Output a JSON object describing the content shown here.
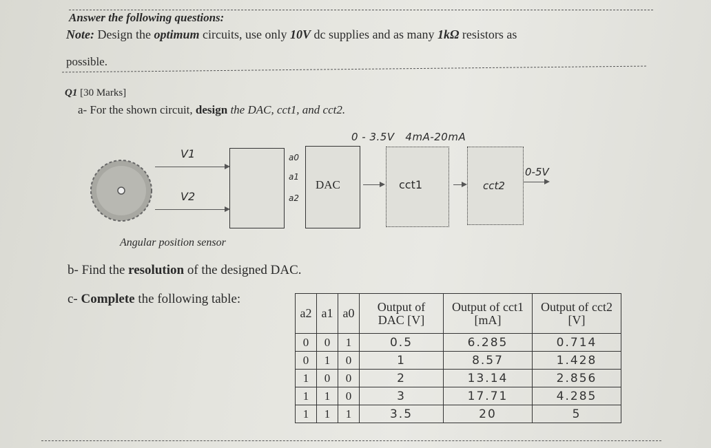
{
  "header": {
    "title": "Answer the following questions:",
    "note_label": "Note:",
    "note_pre": " Design the ",
    "note_emph": "optimum",
    "note_mid": " circuits, use only ",
    "note_volt": "10V",
    "note_post": " dc supplies and as many ",
    "note_res": "1kΩ",
    "note_end": " resistors as",
    "note_line2": "possible."
  },
  "question": {
    "label": "Q1",
    "marks": "[30 Marks]",
    "part_a_prefix": "a-  For the shown circuit, ",
    "part_a_bold": "design",
    "part_a_suffix": " the DAC, cct1, and cct2.",
    "part_b_prefix": "b-  Find the ",
    "part_b_bold": "resolution",
    "part_b_suffix": " of the designed DAC.",
    "part_c_prefix": "c-  ",
    "part_c_bold": "Complete",
    "part_c_suffix": " the following table:"
  },
  "diagram": {
    "range_top": "0 - 3.5V   4mA-20mA",
    "v1": "V1",
    "v2": "V2",
    "a0": "a0",
    "a1": "a1",
    "a2": "a2",
    "dac": "DAC",
    "cct1": "cct1",
    "cct2": "cct2",
    "out_range": "0-5V",
    "sensor_caption": "Angular position sensor"
  },
  "table": {
    "headers": [
      "a2",
      "a1",
      "a0",
      "Output of DAC [V]",
      "Output of cct1 [mA]",
      "Output of cct2 [V]"
    ],
    "rows": [
      [
        "0",
        "0",
        "1",
        "0.5",
        "6.285",
        "0.714"
      ],
      [
        "0",
        "1",
        "0",
        "1",
        "8.57",
        "1.428"
      ],
      [
        "1",
        "0",
        "0",
        "2",
        "13.14",
        "2.856"
      ],
      [
        "1",
        "1",
        "0",
        "3",
        "17.71",
        "4.285"
      ],
      [
        "1",
        "1",
        "1",
        "3.5",
        "20",
        "5"
      ]
    ]
  }
}
